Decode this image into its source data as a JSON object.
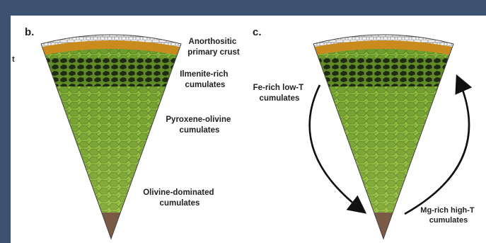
{
  "panels": [
    {
      "letter": "b.",
      "layers": [
        {
          "line1": "Anorthositic",
          "line2": "primary crust"
        },
        {
          "line1": "Ilmenite-rich",
          "line2": "cumulates"
        },
        {
          "line1": "Pyroxene-olivine",
          "line2": "cumulates"
        },
        {
          "line1": "Olivine-dominated",
          "line2": "cumulates"
        }
      ]
    },
    {
      "letter": "c.",
      "annotations": [
        {
          "line1": "Fe-rich low-T",
          "line2": "cumulates"
        },
        {
          "line1": "Mg-rich high-T",
          "line2": "cumulates"
        }
      ]
    }
  ],
  "edge_text": "t",
  "colors": {
    "background": "#3d5270",
    "crust": "#e8e8e8",
    "kreep": "#c98a1e",
    "ilmenite": "#1f2a14",
    "cumulate_green": "#7aa83a",
    "core": "#7a5a45"
  }
}
